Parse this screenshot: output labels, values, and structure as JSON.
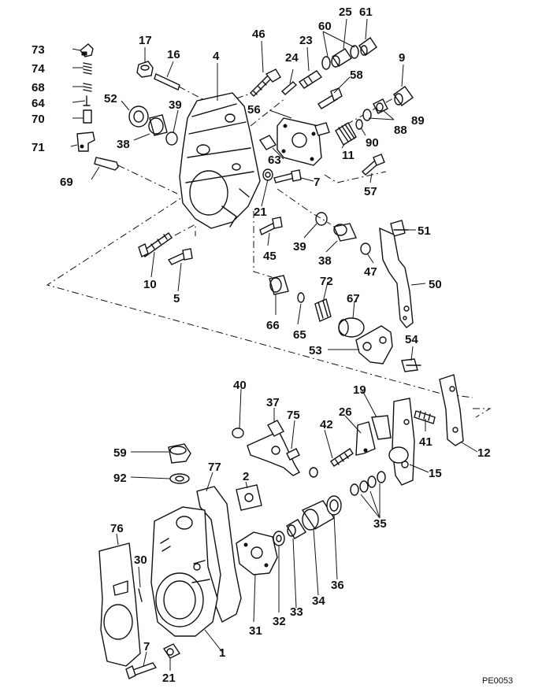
{
  "drawing_ref": "PE0053",
  "labels": [
    "73",
    "74",
    "68",
    "64",
    "70",
    "71",
    "69",
    "17",
    "16",
    "4",
    "52",
    "39",
    "38",
    "46",
    "24",
    "23",
    "60",
    "25",
    "61",
    "9",
    "56",
    "58",
    "63",
    "7",
    "11",
    "90",
    "88",
    "89",
    "57",
    "21",
    "45",
    "10",
    "5",
    "39",
    "38",
    "47",
    "51",
    "50",
    "72",
    "67",
    "66",
    "65",
    "53",
    "54",
    "40",
    "37",
    "75",
    "19",
    "26",
    "42",
    "41",
    "12",
    "15",
    "59",
    "92",
    "77",
    "2",
    "76",
    "30",
    "35",
    "31",
    "32",
    "33",
    "34",
    "36",
    "1",
    "7",
    "21"
  ]
}
